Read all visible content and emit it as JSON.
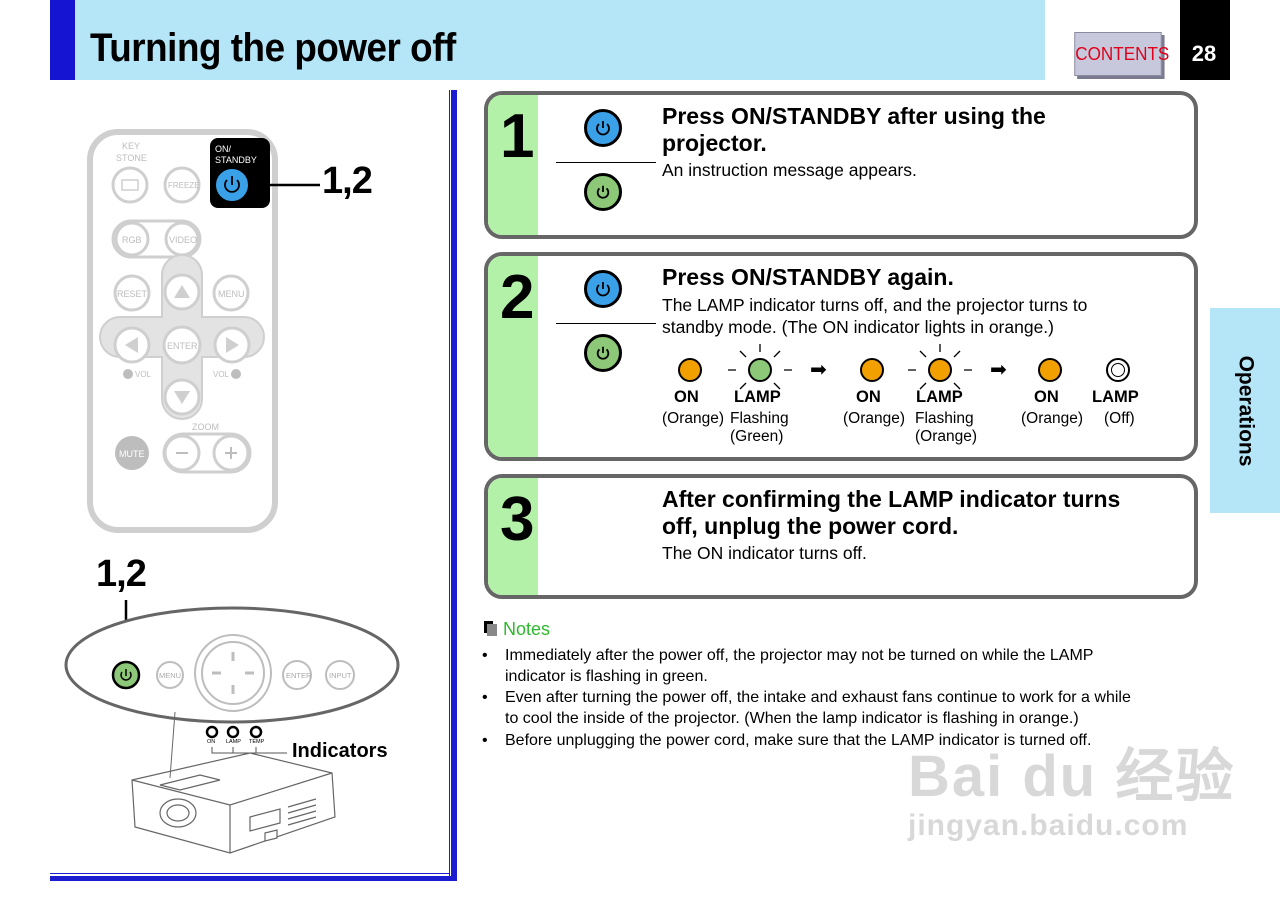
{
  "header": {
    "title": "Turning the power off",
    "contents_label": "CONTENTS",
    "page_number": "28"
  },
  "side_tab": {
    "label": "Operations"
  },
  "remote": {
    "callout": "1,2",
    "buttons": {
      "keystone": "KEY\nSTONE",
      "on_standby": "ON/\nSTANDBY",
      "freeze": "FREEZE",
      "rgb": "RGB",
      "video": "VIDEO",
      "reset": "RESET",
      "menu": "MENU",
      "enter": "ENTER",
      "vol_minus": "VOL",
      "vol_plus": "VOL",
      "zoom": "ZOOM",
      "mute": "MUTE"
    }
  },
  "projector": {
    "callout": "1,2",
    "indicators_label": "Indicators",
    "panel_buttons": {
      "menu": "MENU",
      "enter": "ENTER",
      "input": "INPUT"
    },
    "indicator_names": [
      "ON",
      "LAMP",
      "TEMP"
    ]
  },
  "steps": [
    {
      "number": "1",
      "heading": "Press ON/STANDBY after using the projector.",
      "heading_line1": "Press ON/STANDBY after using the",
      "heading_line2": "projector.",
      "body": "An instruction message appears."
    },
    {
      "number": "2",
      "heading": "Press ON/STANDBY again.",
      "body_line1": "The LAMP indicator turns off, and the projector turns to",
      "body_line2": "standby mode. (The ON indicator lights in orange.)",
      "indicator_states": [
        {
          "on_label": "ON",
          "on_state": "(Orange)",
          "on_color": "#f2a000",
          "lamp_label": "LAMP",
          "lamp_state_1": "Flashing",
          "lamp_state_2": "(Green)",
          "lamp_color": "#8cc878"
        },
        {
          "on_label": "ON",
          "on_state": "(Orange)",
          "on_color": "#f2a000",
          "lamp_label": "LAMP",
          "lamp_state_1": "Flashing",
          "lamp_state_2": "(Orange)",
          "lamp_color": "#f2a000"
        },
        {
          "on_label": "ON",
          "on_state": "(Orange)",
          "on_color": "#f2a000",
          "lamp_label": "LAMP",
          "lamp_state_1": "(Off)",
          "lamp_color": "#ffffff"
        }
      ]
    },
    {
      "number": "3",
      "heading_line1": "After confirming the LAMP indicator turns",
      "heading_line2": "off, unplug the power cord.",
      "body": "The ON indicator turns off."
    }
  ],
  "notes": {
    "title": "Notes",
    "items": [
      {
        "line1": "Immediately after the power off, the projector may not be turned on while the LAMP",
        "line2": "indicator is flashing in green."
      },
      {
        "line1": "Even after turning the power off, the intake and exhaust fans continue to work for a while",
        "line2": "to cool the inside of the projector. (When the lamp indicator is flashing in orange.)"
      },
      {
        "line1": "Before unplugging the power cord, make sure that the LAMP indicator is turned off."
      }
    ]
  },
  "colors": {
    "header_band": "#b5e6f8",
    "accent_blue": "#1414d2",
    "step_band": "#b3f0a8",
    "contents_text": "#e0001a",
    "notes_title": "#2eb82e",
    "power_blue": "#3aa0e8",
    "power_green": "#8cc878"
  },
  "watermark": {
    "line1": "Bai du 经验",
    "line2": "jingyan.baidu.com"
  }
}
